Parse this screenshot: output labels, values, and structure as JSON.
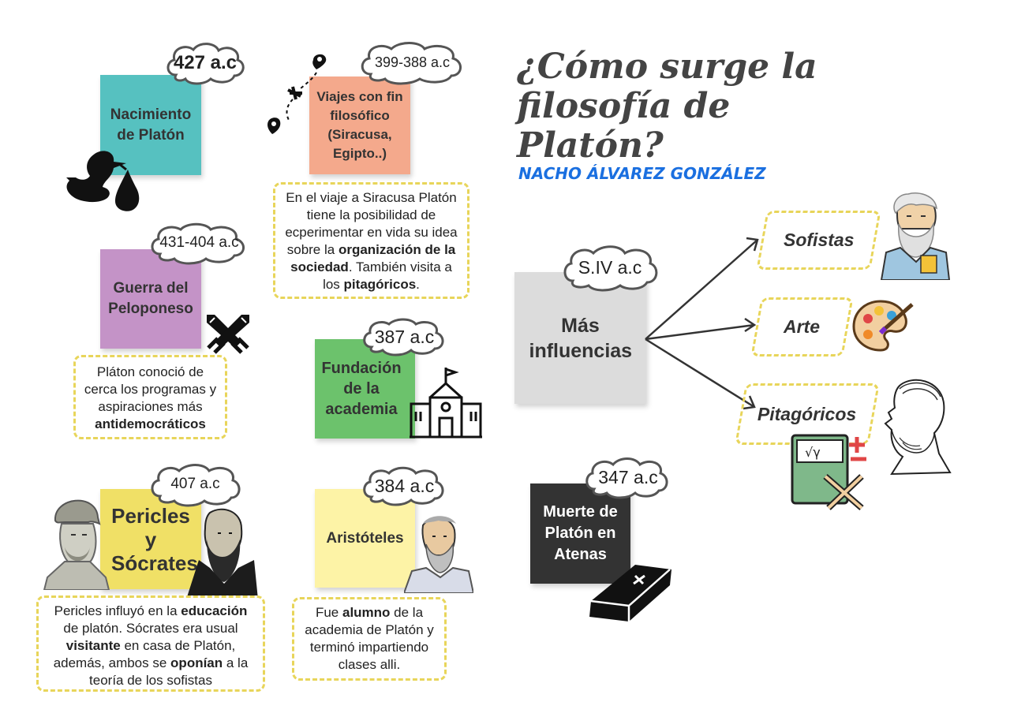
{
  "title": {
    "line1": "¿Cómo surge la",
    "line2": "filosofía de Platón?"
  },
  "author": "NACHO ÁLVAREZ GONZÁLEZ",
  "events": {
    "nacimiento": {
      "date": "427 a.c",
      "label": "Nacimiento de Platón",
      "color": "#56c1c0"
    },
    "viajes": {
      "date": "399-388 a.c",
      "label": "Viajes con fin filosófico (Siracusa, Egipto..)",
      "color": "#f4a98c",
      "note": [
        "En el viaje a Siracusa Platón tiene la posibilidad de ecperimentar en vida su idea sobre la ",
        "organización de la sociedad",
        ". También visita a los ",
        "pitagóricos",
        "."
      ]
    },
    "guerra": {
      "date": "431-404 a.c",
      "label": "Guerra del Peloponeso",
      "color": "#c493c7",
      "note": [
        "Pláton conoció de cerca los programas y aspiraciones más ",
        "antidemocráticos"
      ]
    },
    "academia": {
      "date": "387 a.c",
      "label": "Fundación de la academia",
      "color": "#6cc26c"
    },
    "pericles": {
      "date": "407 a.c",
      "label": "Pericles y Sócrates",
      "color": "#f0e066",
      "note": [
        "Pericles influyó en la ",
        "educación",
        " de platón. Sócrates era usual ",
        "visitante",
        " en casa de Platón, además, ambos se ",
        "oponían",
        " a la teoría de los sofistas"
      ]
    },
    "aristoteles": {
      "date": "384 a.c",
      "label": "Aristóteles",
      "color": "#fdf3a6",
      "note": [
        "Fue ",
        "alumno",
        " de la academia de Platón y terminó impartiendo clases alli."
      ]
    },
    "muerte": {
      "date": "347 a.c",
      "label": "Muerte de Platón en Atenas",
      "color": "#333333"
    },
    "influencias": {
      "date": "S.IV a.c",
      "label": "Más influencias",
      "color": "#dcdcdc"
    }
  },
  "influences": [
    "Sofistas",
    "Arte",
    "Pitagóricos"
  ],
  "icons": [
    "stork-icon",
    "travel-plane-icon",
    "crossed-swords-icon",
    "academy-building-icon",
    "pericles-bust-icon",
    "socrates-icon",
    "aristotle-icon",
    "coffin-icon",
    "sophist-icon",
    "palette-icon",
    "pythagoras-icon",
    "math-book-icon"
  ],
  "colors": {
    "dashed_border": "#e8d55a",
    "author": "#1a6fe0",
    "arrow": "#333333"
  }
}
